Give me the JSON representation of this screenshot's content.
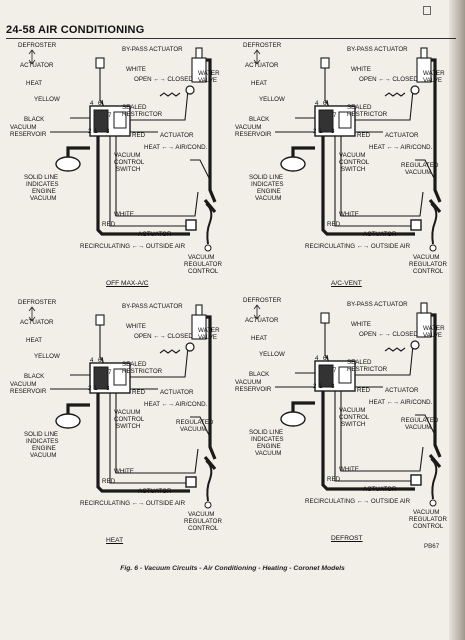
{
  "header": {
    "title": "24-58 AIR CONDITIONING"
  },
  "labels": {
    "defroster": "DEFROSTER",
    "actuator": "ACTUATOR",
    "heat": "HEAT",
    "yellow": "YELLOW",
    "black": "BLACK",
    "vacuum_reservoir": "VACUUM RESERVOIR",
    "solid_line_note": "SOLID LINE INDICATES ENGINE VACUUM",
    "bypass_actuator": "BY-PASS ACTUATOR",
    "white": "WHITE",
    "open": "OPEN",
    "closed": "CLOSED",
    "water_valve": "WATER VALVE",
    "sealed_restrictor": "SEALED RESTRICTOR",
    "red": "RED",
    "vacuum_control_switch": "VACUUM CONTROL SWITCH",
    "heat_aircond": "HEAT ←→ AIR/COND.",
    "regulated_vacuum": "REGULATED VACUUM",
    "recirculating": "RECIRCULATING",
    "outside_air": "OUTSIDE AIR",
    "vacuum_regulator_control": "VACUUM REGULATOR CONTROL",
    "port_6": "6",
    "port_4": "4",
    "port_7": "7",
    "port_2": "2",
    "port_1": "1",
    "port_3": "3"
  },
  "panels": [
    {
      "caption": "OFF MAX-A/C"
    },
    {
      "caption": "A/C-VENT"
    },
    {
      "caption": "HEAT"
    },
    {
      "caption": "DEFROST"
    }
  ],
  "footer": {
    "code": "PB67",
    "figure_caption": "Fig. 6 - Vacuum Circuits - Air Conditioning - Heating - Coronet Models"
  }
}
